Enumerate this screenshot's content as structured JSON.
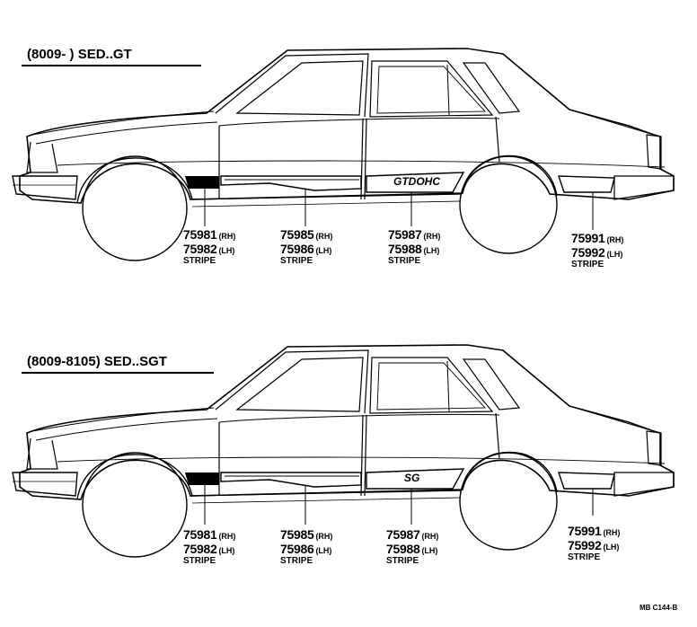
{
  "sections": [
    {
      "title": "(8009-       ) SED..GT",
      "emblem": "GTDOHC",
      "parts": [
        {
          "rh": "75981",
          "lh": "75982",
          "rh_tag": "(RH)",
          "lh_tag": "(LH)",
          "desc": "STRIPE"
        },
        {
          "rh": "75985",
          "lh": "75986",
          "rh_tag": "(RH)",
          "lh_tag": "(LH)",
          "desc": "STRIPE"
        },
        {
          "rh": "75987",
          "lh": "75988",
          "rh_tag": "(RH)",
          "lh_tag": "(LH)",
          "desc": "STRIPE"
        },
        {
          "rh": "75991",
          "lh": "75992",
          "rh_tag": "(RH)",
          "lh_tag": "(LH)",
          "desc": "STRIPE"
        }
      ]
    },
    {
      "title": "(8009-8105) SED..SGT",
      "emblem": "SG",
      "parts": [
        {
          "rh": "75981",
          "lh": "75982",
          "rh_tag": "(RH)",
          "lh_tag": "(LH)",
          "desc": "STRIPE"
        },
        {
          "rh": "75985",
          "lh": "75986",
          "rh_tag": "(RH)",
          "lh_tag": "(LH)",
          "desc": "STRIPE"
        },
        {
          "rh": "75987",
          "lh": "75988",
          "rh_tag": "(RH)",
          "lh_tag": "(LH)",
          "desc": "STRIPE"
        },
        {
          "rh": "75991",
          "lh": "75992",
          "rh_tag": "(RH)",
          "lh_tag": "(LH)",
          "desc": "STRIPE"
        }
      ]
    }
  ],
  "figure_code": "MB C144-B"
}
